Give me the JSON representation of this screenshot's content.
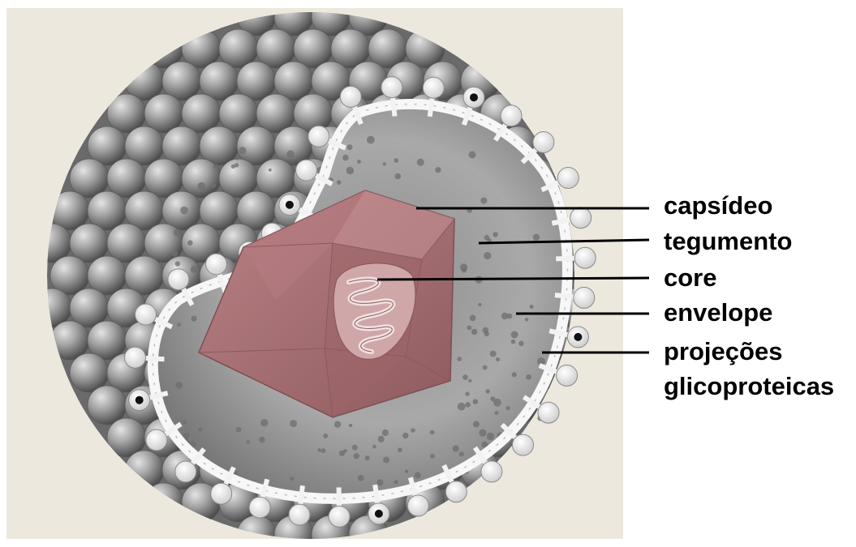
{
  "labels": {
    "capsideo": "capsídeo",
    "tegumento": "tegumento",
    "core": "core",
    "envelope": "envelope",
    "projecoes_line1": "projeções",
    "projecoes_line2": "glicoproteicas"
  },
  "colors": {
    "background_panel": "#ece8dd",
    "glycoprotein_sphere": "#9a9a9a",
    "envelope_membrane": "#f7f7f7",
    "tegument": "#6e6e6e",
    "capsid": "#a86f72",
    "label_text": "#000000"
  }
}
